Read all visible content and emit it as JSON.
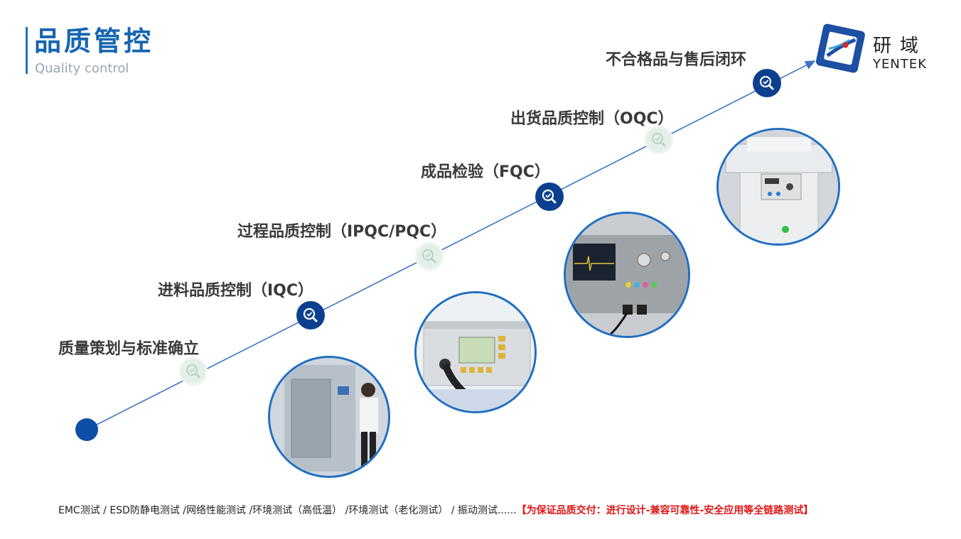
{
  "header": {
    "title_cn": "品质管控",
    "title_en": "Quality control"
  },
  "logo": {
    "cn": "研域",
    "en": "YENTEK"
  },
  "steps": [
    "质量策划与标准确立",
    "进料品质控制（IQC）",
    "过程品质控制（IPQC/PQC）",
    "成品检验（FQC）",
    "出货品质控制（OQC）",
    "不合格品与售后闭环"
  ],
  "footer": {
    "tests": "EMC测试 / ESD防静电测试 /网络性能测试 /环境测试（高低温） /环境测试（老化测试） / 振动测试......",
    "note": "【为保证品质交付：进行设计-兼容可靠性-安全应用等全链路测试】"
  },
  "colors": {
    "accent": "#1565b0",
    "node_active": "#0d4ea6",
    "node_faded": "#cfe3d8",
    "note_red": "#e01515"
  },
  "icons": [
    "search-check-icon"
  ]
}
